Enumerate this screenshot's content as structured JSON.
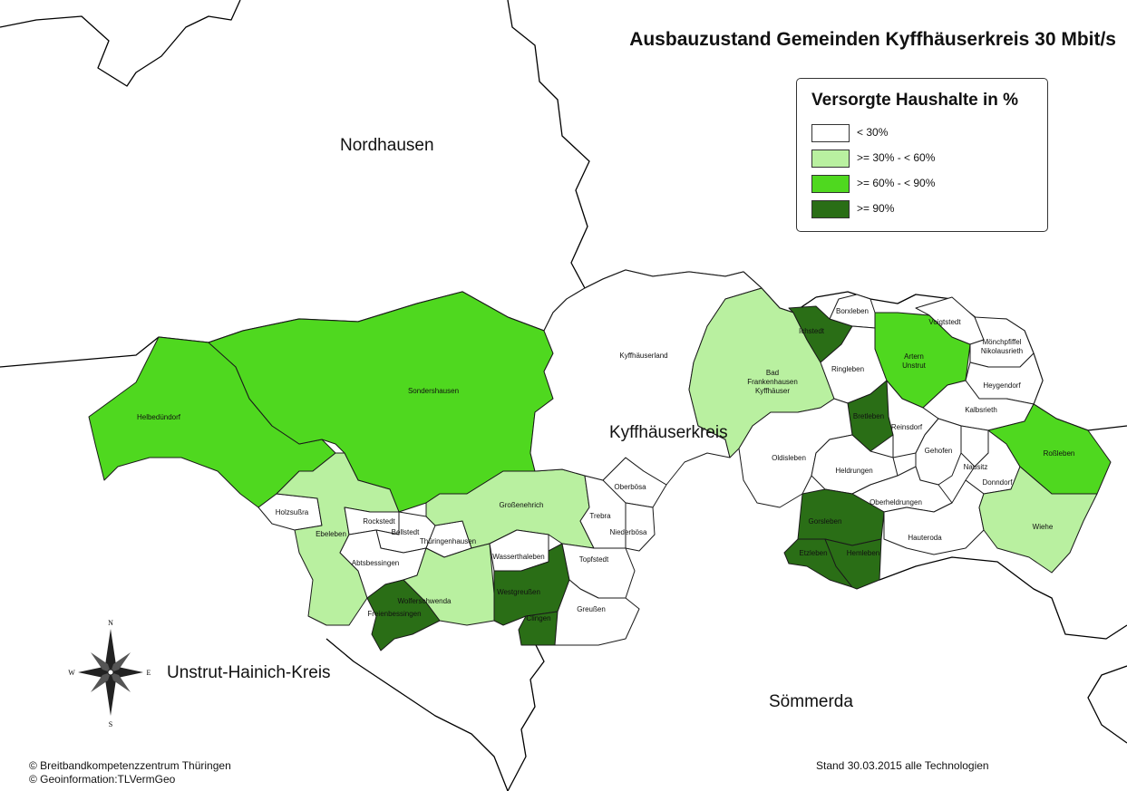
{
  "title": "Ausbauzustand Gemeinden Kyffhäuserkreis 30 Mbit/s",
  "colors": {
    "c1": "#ffffff",
    "c2": "#b9f0a0",
    "c3": "#4fd81f",
    "c4": "#2a6e16",
    "outside": "#ffffff"
  },
  "legend": {
    "title": "Versorgte Haushalte in %",
    "items": [
      {
        "label": "< 30%",
        "color": "#ffffff"
      },
      {
        "label": ">= 30% - < 60%",
        "color": "#b9f0a0"
      },
      {
        "label": ">= 60% - < 90%",
        "color": "#4fd81f"
      },
      {
        "label": ">= 90%",
        "color": "#2a6e16"
      }
    ]
  },
  "regions": {
    "nordhausen": "Nordhausen",
    "kyffhaeuserkreis": "Kyffhäuserkreis",
    "unstrut_hainich": "Unstrut-Hainich-Kreis",
    "soemmerda": "Sömmerda"
  },
  "compass": {
    "n": "N",
    "s": "S",
    "e": "E",
    "w": "W"
  },
  "credits": {
    "line1": "© Breitbandkompetenzzentrum Thüringen",
    "line2": "© Geoinformation:TLVermGeo"
  },
  "stand": "Stand 30.03.2015 alle Technologien",
  "municipalities": [
    {
      "name": "Helbedündorf",
      "class": 3
    },
    {
      "name": "Sondershausen",
      "class": 3
    },
    {
      "name": "Holzsußra",
      "class": 1
    },
    {
      "name": "Ebeleben",
      "class": 2
    },
    {
      "name": "Rockstedt",
      "class": 1
    },
    {
      "name": "Bellstedt",
      "class": 1
    },
    {
      "name": "Thüringenhausen",
      "class": 1
    },
    {
      "name": "Großenehrich",
      "class": 2
    },
    {
      "name": "Abtsbessingen",
      "class": 1
    },
    {
      "name": "Wolferschwenda",
      "class": 2
    },
    {
      "name": "Freienbessingen",
      "class": 4
    },
    {
      "name": "Wasserthaleben",
      "class": 1
    },
    {
      "name": "Westgreußen",
      "class": 4
    },
    {
      "name": "Clingen",
      "class": 4
    },
    {
      "name": "Topfstedt",
      "class": 1
    },
    {
      "name": "Greußen",
      "class": 1
    },
    {
      "name": "Trebra",
      "class": 1
    },
    {
      "name": "Oberbösa",
      "class": 1
    },
    {
      "name": "Niederbösa",
      "class": 1
    },
    {
      "name": "Kyffhäuserland",
      "class": 1
    },
    {
      "name": "Bad Frankenhausen Kyffhäuser",
      "class": 2
    },
    {
      "name": "Ichstedt",
      "class": 4
    },
    {
      "name": "Borxleben",
      "class": 1
    },
    {
      "name": "Ringleben",
      "class": 1
    },
    {
      "name": "Artern Unstrut",
      "class": 3
    },
    {
      "name": "Voigtstedt",
      "class": 1
    },
    {
      "name": "Mönchpfiffel Nikolausrieth",
      "class": 1
    },
    {
      "name": "Heygendorf",
      "class": 1
    },
    {
      "name": "Kalbsrieth",
      "class": 1
    },
    {
      "name": "Bretleben",
      "class": 4
    },
    {
      "name": "Reinsdorf",
      "class": 1
    },
    {
      "name": "Oldisleben",
      "class": 1
    },
    {
      "name": "Heldrungen",
      "class": 1
    },
    {
      "name": "Gehofen",
      "class": 1
    },
    {
      "name": "Nausitz",
      "class": 1
    },
    {
      "name": "Donndorf",
      "class": 1
    },
    {
      "name": "Roßleben",
      "class": 3
    },
    {
      "name": "Oberheldrungen",
      "class": 1
    },
    {
      "name": "Gorsleben",
      "class": 4
    },
    {
      "name": "Etzleben",
      "class": 4
    },
    {
      "name": "Hemleben",
      "class": 4
    },
    {
      "name": "Hauteroda",
      "class": 1
    },
    {
      "name": "Wiehe",
      "class": 2
    }
  ]
}
